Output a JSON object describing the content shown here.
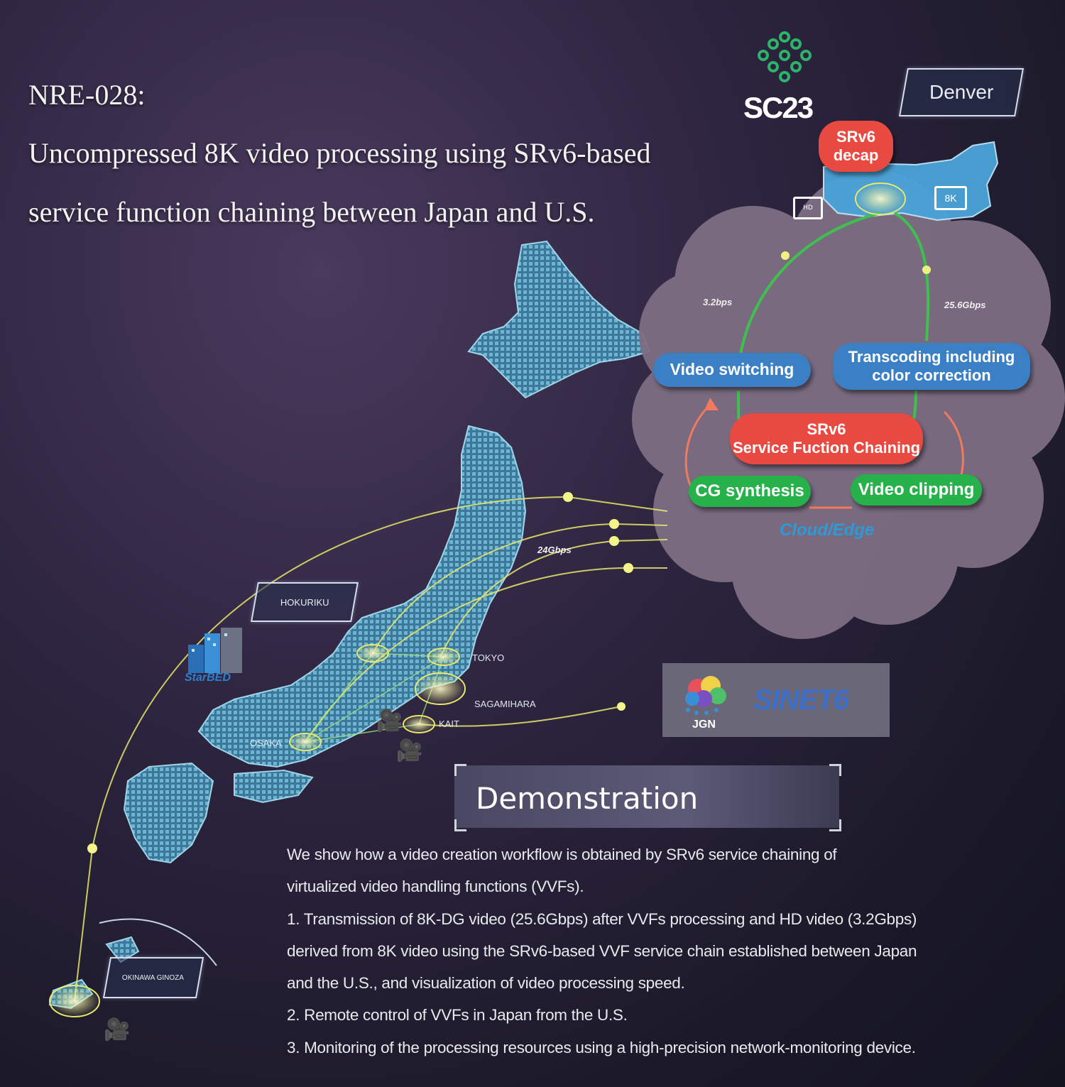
{
  "title": {
    "line1": "NRE-028:",
    "line2": "Uncompressed 8K video processing using SRv6-based",
    "line3": "service function chaining between Japan and U.S."
  },
  "sc23_logo": {
    "text": "SC23"
  },
  "denver_label": "Denver",
  "monitor_8k": "8K",
  "monitor_hd": "HD",
  "srv6_decap": {
    "line1": "SRv6",
    "line2": "decap"
  },
  "bandwidths": {
    "hd": "3.2bps",
    "k8": "25.6Gbps",
    "jp": "24Gbps"
  },
  "functions": {
    "video_switching": "Video switching",
    "transcoding_line1": "Transcoding including",
    "transcoding_line2": "color correction",
    "sfc_line1": "SRv6",
    "sfc_line2": "Service Fuction Chaining",
    "cg_synthesis": "CG synthesis",
    "video_clipping": "Video clipping",
    "cloud_edge": "Cloud/Edge"
  },
  "sites": {
    "hokuriku": "HOKURIKU",
    "tokyo": "TOKYO",
    "sagamihara": "SAGAMIHARA",
    "kait": "KAIT",
    "osaka": "OSAKA",
    "okinawa": "OKINAWA GINOZA"
  },
  "logos": {
    "starbed": "StarBED",
    "jgn": "JGN",
    "sinet": "SINET6"
  },
  "demonstration": {
    "heading": "Demonstration",
    "lines": [
      "We show how a video creation workflow is obtained by SRv6 service chaining of",
      "virtualized video handling functions (VVFs).",
      "1. Transmission of 8K-DG video (25.6Gbps) after VVFs processing and HD video (3.2Gbps)",
      "derived from 8K video using the SRv6-based VVF service chain established between Japan",
      "and the U.S., and visualization of video processing speed.",
      "2. Remote control of VVFs in Japan from the U.S.",
      "3. Monitoring of the processing resources using a high-precision network-monitoring device."
    ]
  },
  "colors": {
    "sc23_green": "#2db36a",
    "link_yellow": "#e8e86a",
    "cloud": "#7e6e84",
    "map_blue": "#5fb6d9"
  }
}
